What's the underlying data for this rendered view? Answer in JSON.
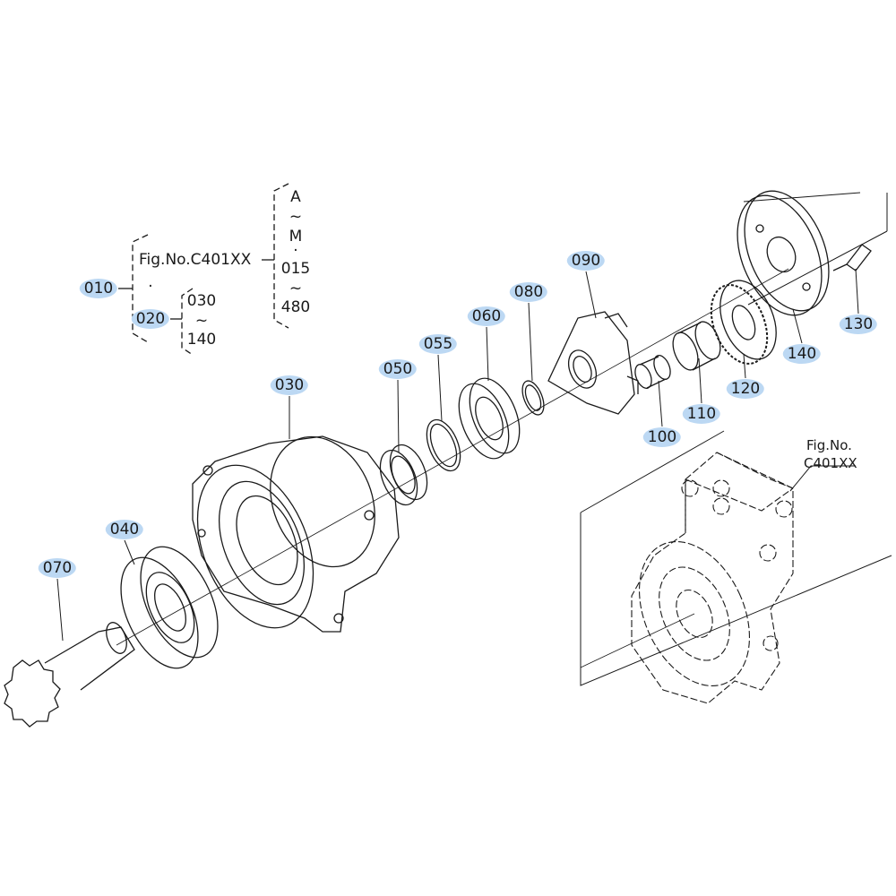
{
  "legend": {
    "fig_no": "Fig.No.C401XX",
    "range_a": [
      "A",
      "~",
      "M",
      "·",
      "015",
      "~",
      "480"
    ],
    "dot": "·",
    "range_b": [
      "030",
      "~",
      "140"
    ]
  },
  "inset": {
    "fig_no_line1": "Fig.No.",
    "fig_no_line2": "C401XX"
  },
  "callouts": {
    "p010": "010",
    "p020": "020",
    "p030": "030",
    "p040": "040",
    "p050": "050",
    "p055": "055",
    "p060": "060",
    "p070": "070",
    "p080": "080",
    "p090": "090",
    "p100": "100",
    "p110": "110",
    "p120": "120",
    "p130": "130",
    "p140": "140"
  },
  "colors": {
    "callout_highlight": "#bcd8f3",
    "line": "#1a1a1a"
  }
}
